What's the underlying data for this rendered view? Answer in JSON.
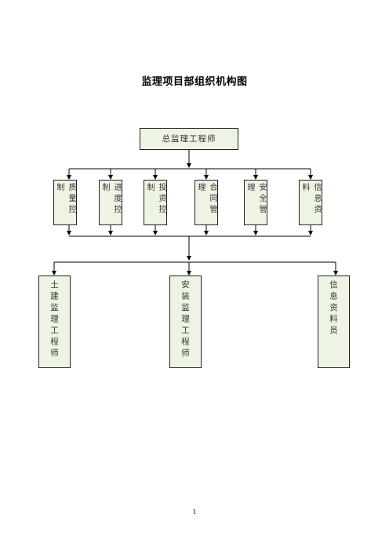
{
  "title": "监理项目部组织机构图",
  "chief": "总监理工程师",
  "departments": [
    "质量控制",
    "进度控制",
    "投资控制",
    "合同管理",
    "安全管理",
    "信息资料"
  ],
  "staff": [
    "土建监理工程师",
    "安装监理工程师",
    "信息资料员"
  ],
  "page_number": "1",
  "colors": {
    "box_fill": "#eef4e4",
    "line": "#000000"
  }
}
